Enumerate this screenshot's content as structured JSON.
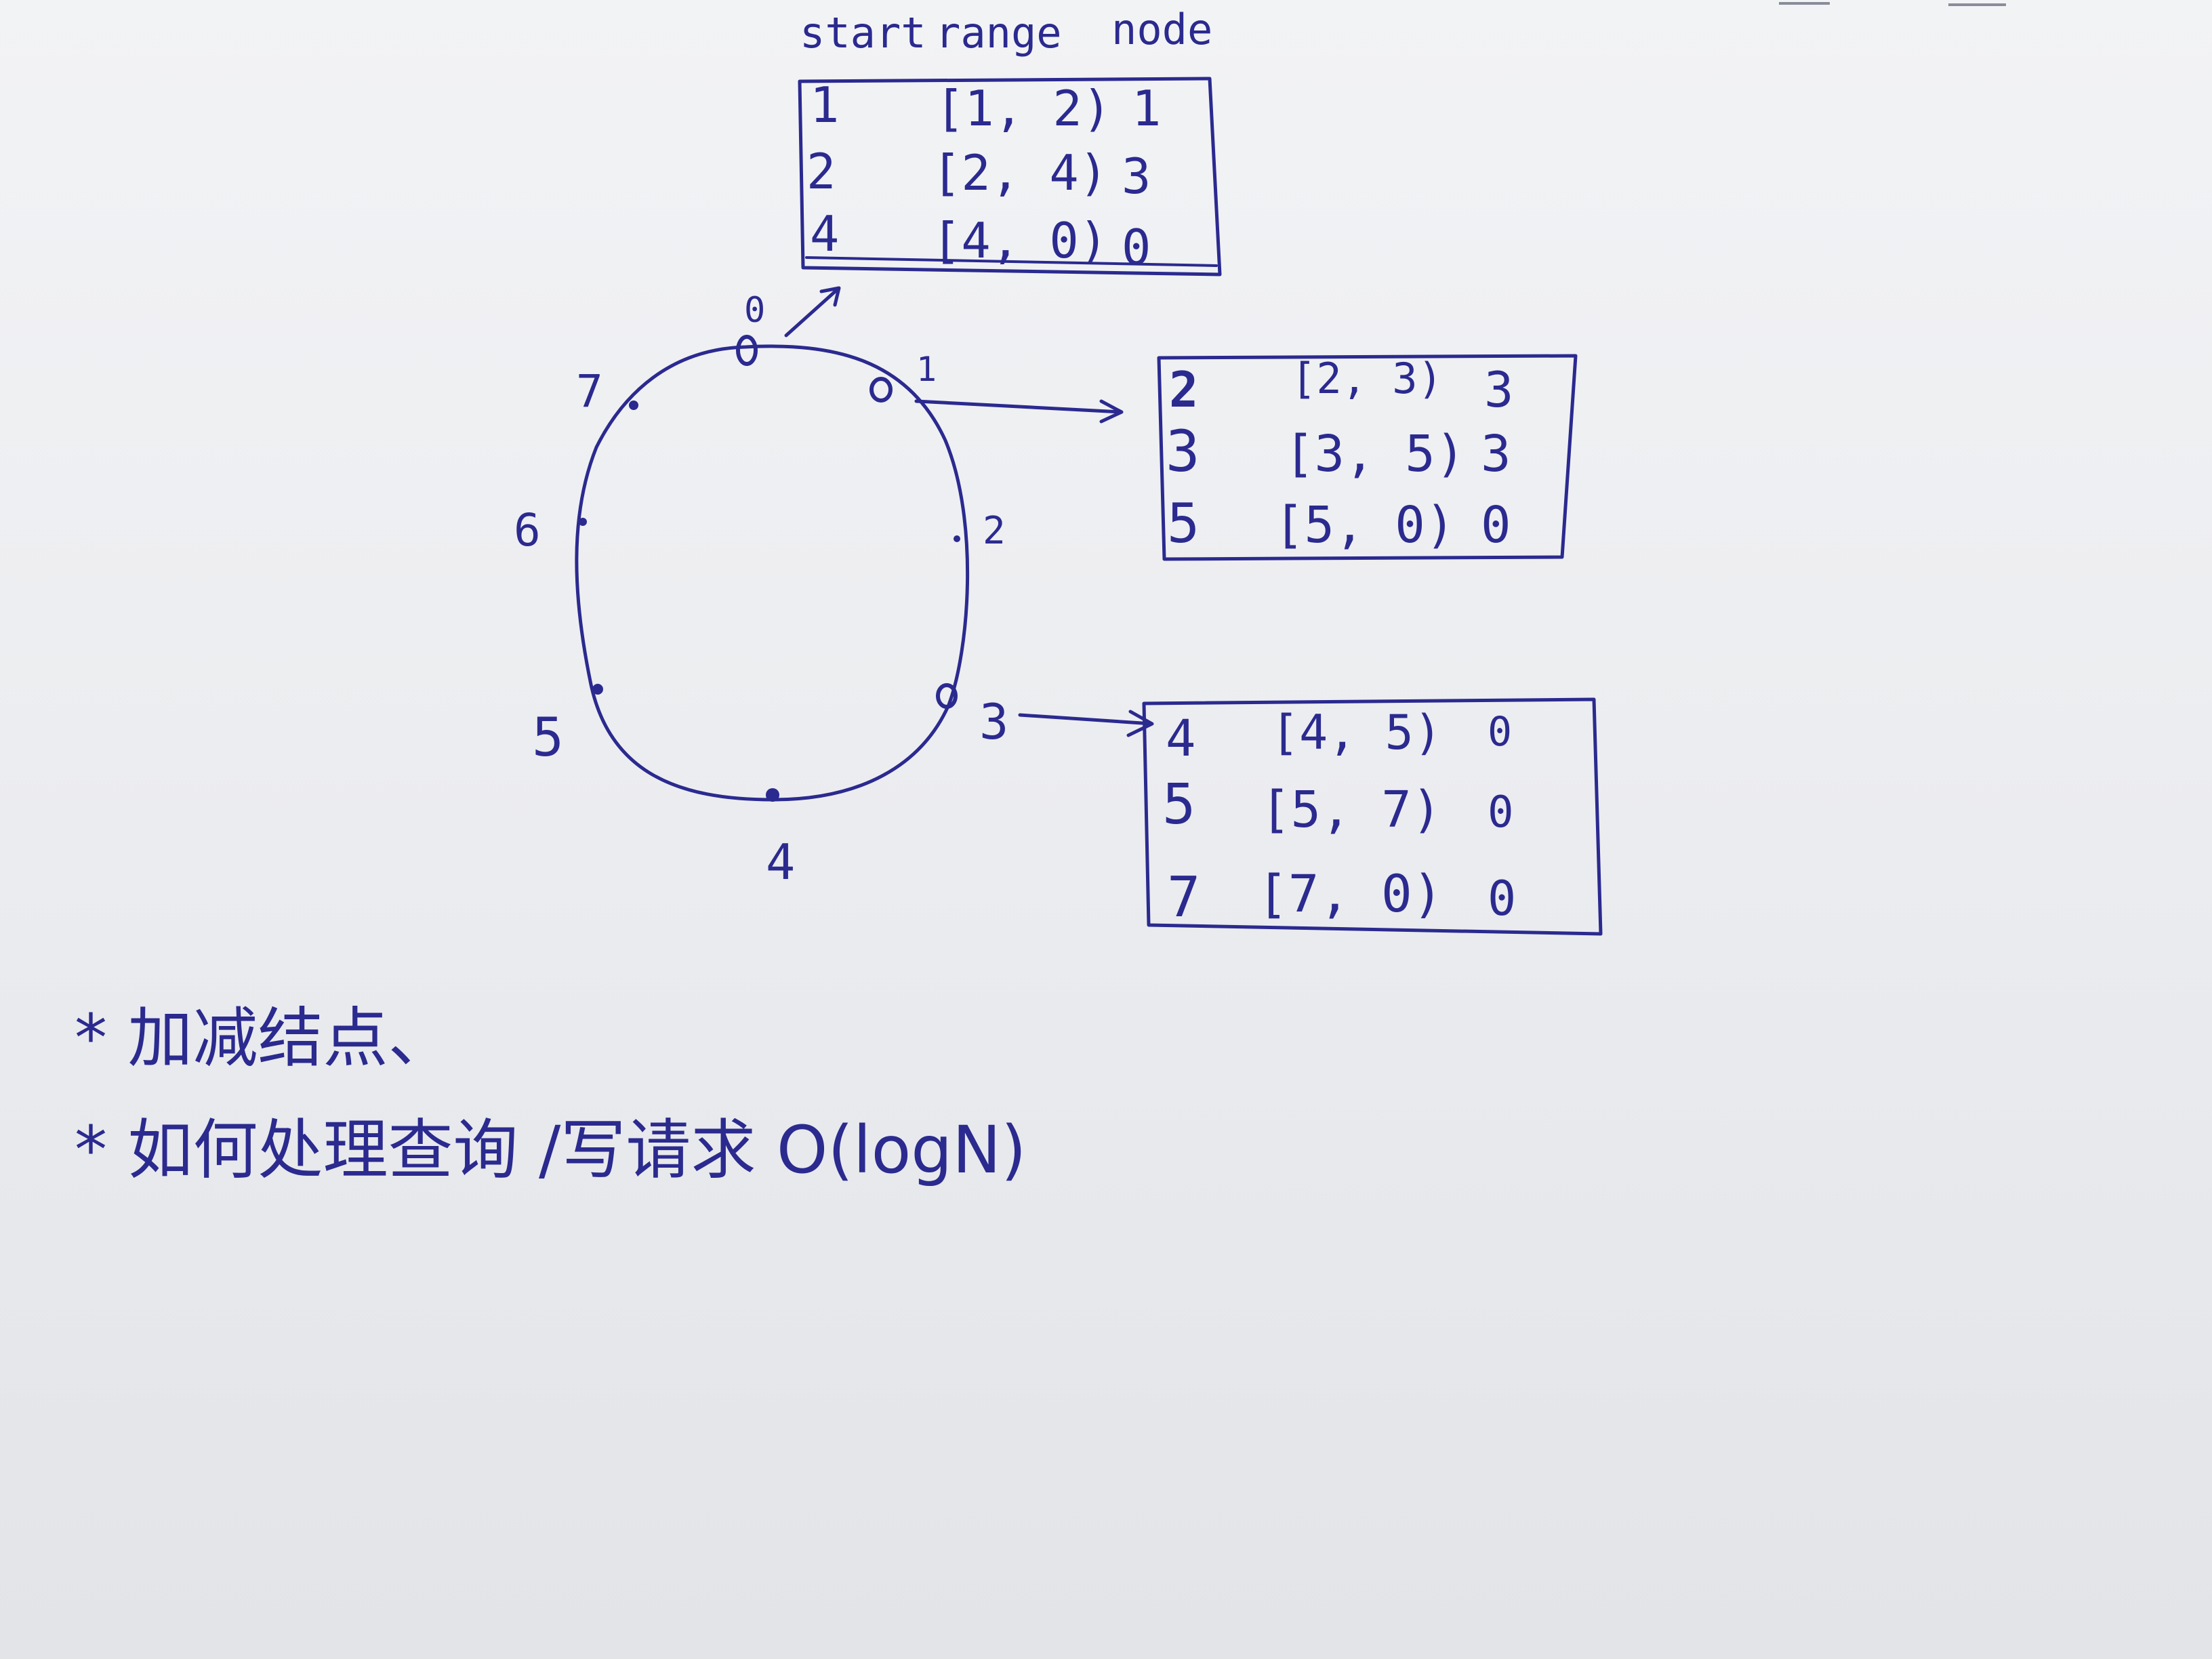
{
  "header": {
    "start": "start",
    "range": "range",
    "node": "node"
  },
  "tables": [
    {
      "rows": [
        {
          "start": "1",
          "range": "[1, 2)",
          "node": "1"
        },
        {
          "start": "2",
          "range": "[2, 4)",
          "node": "3"
        },
        {
          "start": "4",
          "range": "[4, 0)",
          "node": "0"
        }
      ]
    },
    {
      "rows": [
        {
          "start": "2",
          "range": "[2, 3)",
          "node": "3"
        },
        {
          "start": "3",
          "range": "[3, 5)",
          "node": "3"
        },
        {
          "start": "5",
          "range": "[5, 0)",
          "node": "0"
        }
      ]
    },
    {
      "rows": [
        {
          "start": "4",
          "range": "[4, 5)",
          "node": "0"
        },
        {
          "start": "5",
          "range": "[5, 7)",
          "node": "0"
        },
        {
          "start": "7",
          "range": "[7, 0)",
          "node": "0"
        }
      ]
    }
  ],
  "ring": {
    "labels": [
      "0",
      "1",
      "2",
      "3",
      "4",
      "5",
      "6",
      "7"
    ]
  },
  "notes": {
    "line1": "* 加减结点、",
    "line2": "* 如何处理查询 /写请求 O(logN)"
  },
  "colors": {
    "ink": "#2b2a8f",
    "paper": "#eeeff2"
  }
}
